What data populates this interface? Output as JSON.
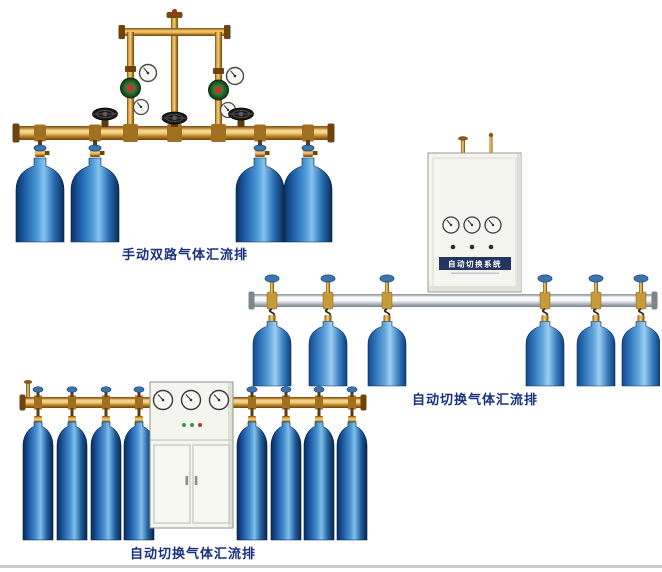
{
  "figures": [
    {
      "id": "manual-dual-manifold",
      "caption": "手动双路气体汇流排"
    },
    {
      "id": "auto-switch-manifold-right",
      "caption": "自动切换气体汇流排",
      "cabinet_label": "自动切换系统"
    },
    {
      "id": "auto-switch-manifold-bottom",
      "caption": "自动切换气体汇流排"
    }
  ],
  "colors": {
    "caption_text": "#19327f",
    "cylinder_blue_dark": "#0a2c58",
    "cylinder_blue_light": "#86c3ed",
    "brass": "#dca94c",
    "pipe_silver": "#e7ebee",
    "cabinet_body": "#f5f5f0",
    "cabinet_label_bg": "#23365e",
    "valve_knob_blue": "#3a75b0"
  }
}
